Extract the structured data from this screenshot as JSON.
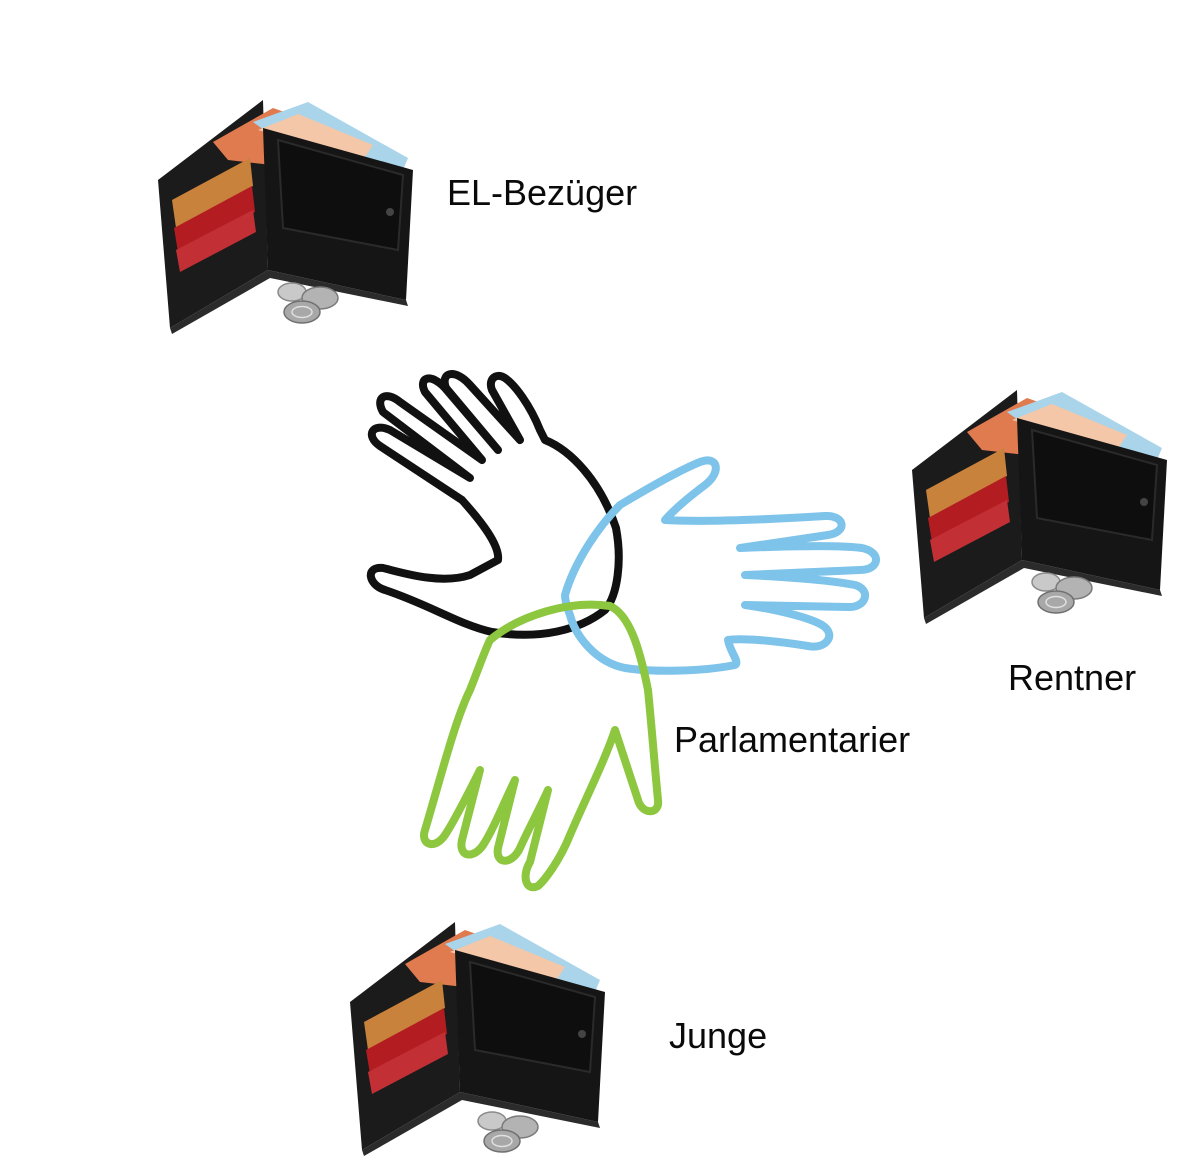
{
  "labels": {
    "el_bezueger": "EL-Bezüger",
    "rentner": "Rentner",
    "parlamentarier": "Parlamentarier",
    "junge": "Junge"
  },
  "colors": {
    "hand_black": "#111111",
    "hand_blue": "#7ec3ea",
    "hand_green": "#8dc63f",
    "wallet_leather": "#151515",
    "banknote_orange": "#e07a4f",
    "banknote_blue": "#a9d4ea",
    "coin_silver": "#b9b9b9"
  },
  "icons": [
    "wallet-icon",
    "coins-icon",
    "hand-outline-icon"
  ]
}
